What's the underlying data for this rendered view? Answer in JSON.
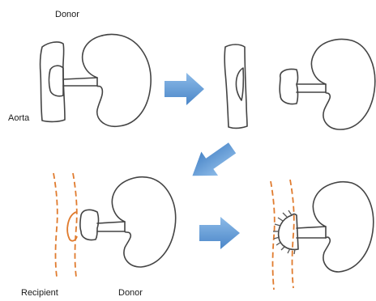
{
  "labels": {
    "donor_top": "Donor",
    "aorta": "Aorta",
    "recipient": "Recipient",
    "donor_bottom": "Donor"
  },
  "colors": {
    "outline": "#444444",
    "vessel": "#e07b2e",
    "arrow": "#5b9bd5",
    "suture": "#555555"
  }
}
